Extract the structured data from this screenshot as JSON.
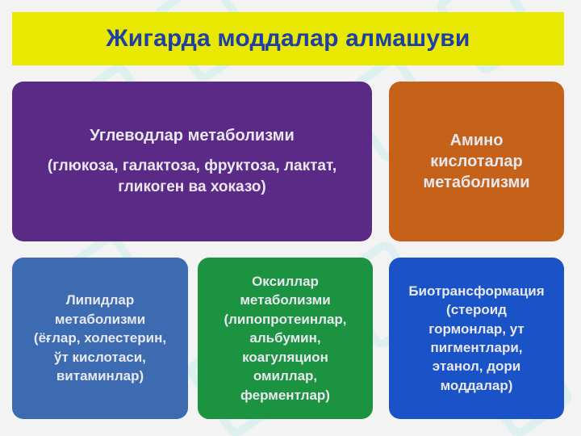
{
  "title": "Жигарда моддалар алмашуви",
  "boxes": {
    "carbohydrate": {
      "title": "Углеводлар метаболизми",
      "subtitle": "(глюкоза, галактоза, фруктоза, лактат,\nгликоген ва хоказо)"
    },
    "amino": {
      "text": "Амино\nкислоталар\nметаболизми"
    },
    "lipid": {
      "text": "Липидлар\nметаболизми\n(ёғлар, холестерин,\nўт кислотаси,\nвитаминлар)"
    },
    "protein": {
      "text": "Оксиллар\nметаболизми\n(липопротеинлар,\nальбумин,\nкоагуляцион\nомиллар,\nферментлар)"
    },
    "biotransformation": {
      "text": "Биотрансформация\n(стероид\nгормонлар, ут\nпигментлари,\nэтанол, дори\nмоддалар)"
    }
  },
  "colors": {
    "title_bg": "#e8e800",
    "title_text": "#1f3fa8",
    "carbohydrate": "#5b2a86",
    "amino": "#c6611a",
    "lipid": "#3d6bb2",
    "protein": "#1b9340",
    "biotransformation": "#1a53c7"
  }
}
